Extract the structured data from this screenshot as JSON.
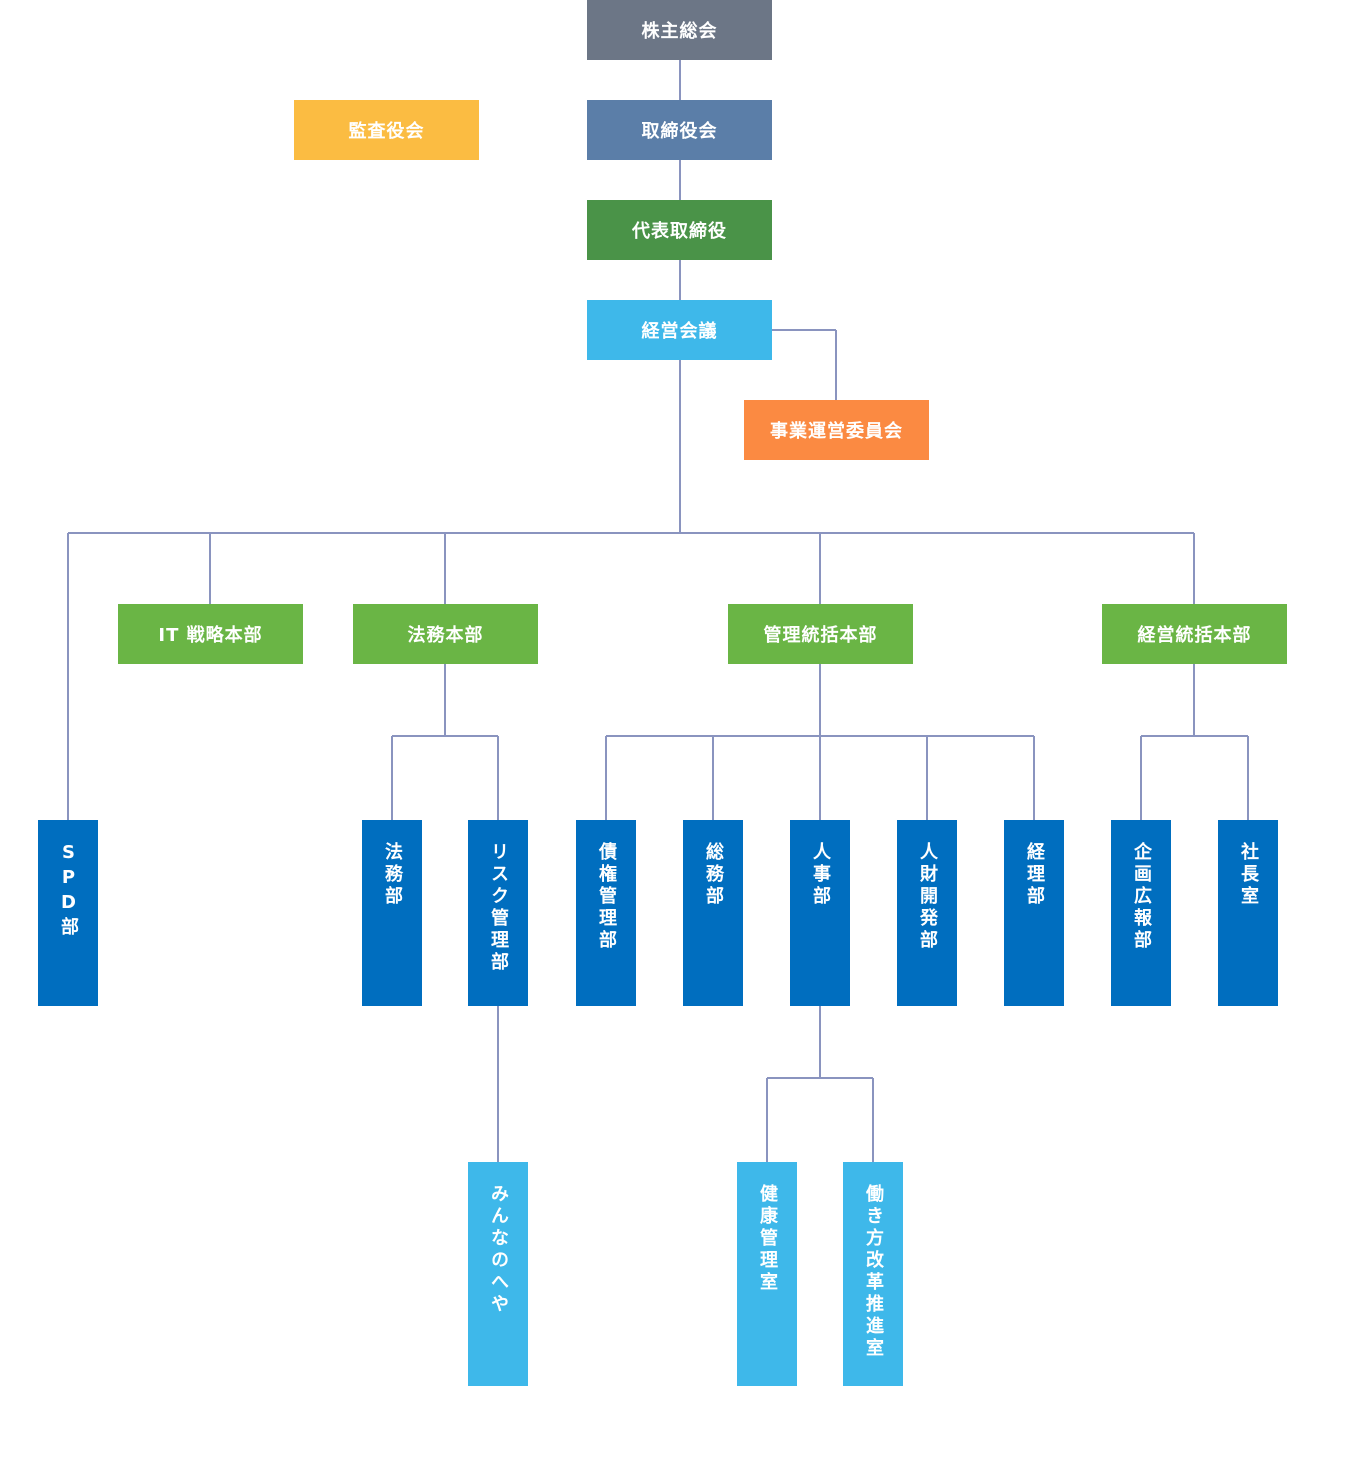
{
  "colors": {
    "line": "#8a94bf",
    "shareholders": "#6c7686",
    "board": "#5b7ea8",
    "ceo": "#4a9348",
    "management": "#3eb8ea",
    "business_committee": "#fb8a42",
    "audit": "#fbbc42",
    "division": "#6ab545",
    "department": "#006ebf",
    "office": "#3eb8ea"
  },
  "nodes": {
    "shareholders": "株主総会",
    "audit": "監査役会",
    "board": "取締役会",
    "ceo": "代表取締役",
    "management": "経営会議",
    "business_committee": "事業運営委員会",
    "it": "IT 戦略本部",
    "legal_div": "法務本部",
    "admin_div": "管理統括本部",
    "mgmt_div": "経営統括本部",
    "spd": "SPD部",
    "legal": "法務部",
    "risk": "リスク管理部",
    "credit": "債権管理部",
    "general": "総務部",
    "hr": "人事部",
    "talent": "人財開発部",
    "accounting": "経理部",
    "pr": "企画広報部",
    "president_office": "社長室",
    "minna": "みんなのへや",
    "health": "健康管理室",
    "workstyle": "働き方改革推進室"
  }
}
